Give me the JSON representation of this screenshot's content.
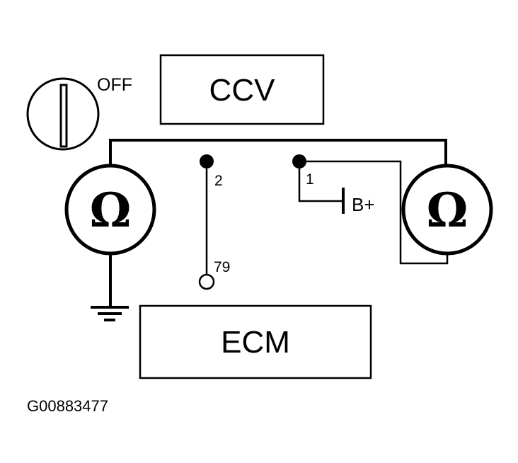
{
  "modules": {
    "top_label": "CCV",
    "bottom_label": "ECM"
  },
  "ignition_switch": {
    "position_label": "OFF"
  },
  "pins": {
    "left_pin": "2",
    "right_pin": "1",
    "ecm_pin": "79"
  },
  "supply": {
    "label": "B+"
  },
  "meters": {
    "left_symbol": "Ω",
    "right_symbol": "Ω",
    "icon": "ohmmeter-icon"
  },
  "figure": {
    "id": "G00883477"
  },
  "colors": {
    "ink": "#000000",
    "paper": "#ffffff"
  }
}
